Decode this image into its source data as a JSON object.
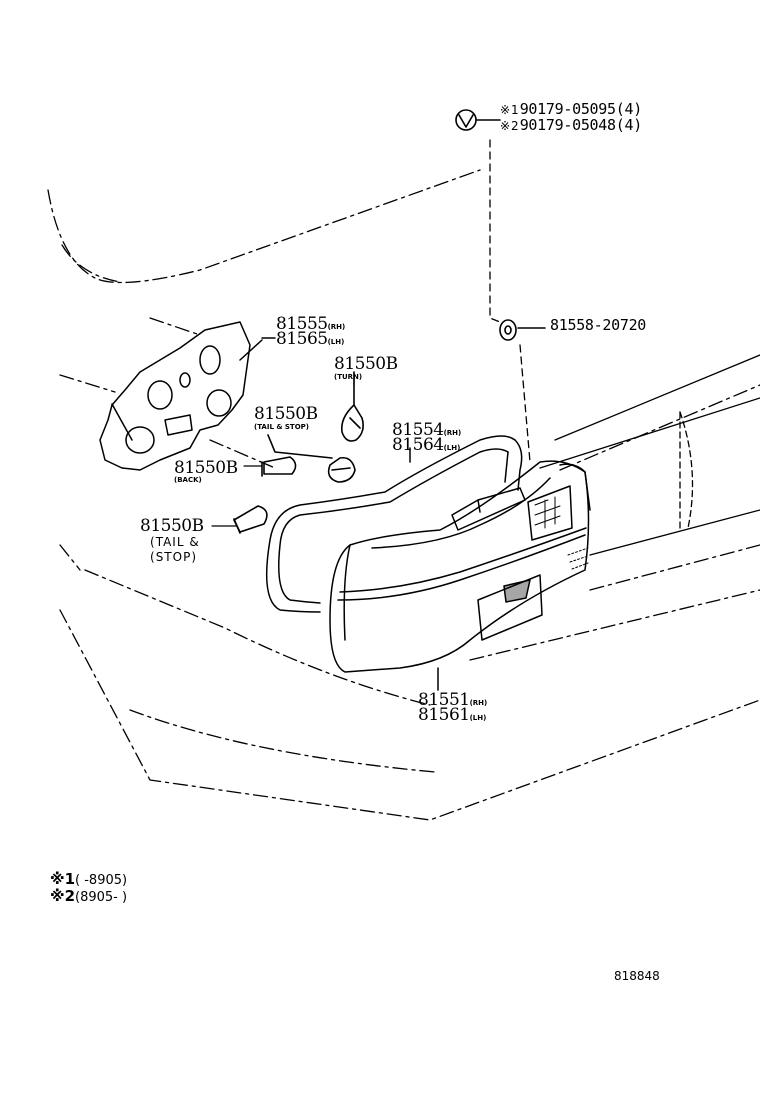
{
  "diagram": {
    "parts": [
      {
        "mark": "※1",
        "number": "90179-05095(4)"
      },
      {
        "mark": "※2",
        "number": "90179-05048(4)"
      },
      {
        "number": "81558-20720"
      },
      {
        "number": "81555",
        "side": "(RH)"
      },
      {
        "number": "81565",
        "side": "(LH)"
      },
      {
        "number": "81550B",
        "bulb": "(TURN)"
      },
      {
        "number": "81550B",
        "bulb": "(TAIL & STOP)"
      },
      {
        "number": "81550B",
        "bulb": "(BACK)"
      },
      {
        "number": "81550B",
        "bulb": "TAIL &",
        "bulb2": "STOP"
      },
      {
        "number": "81554",
        "side": "(RH)"
      },
      {
        "number": "81564",
        "side": "(LH)"
      },
      {
        "number": "81551",
        "side": "(RH)"
      },
      {
        "number": "81561",
        "side": "(LH)"
      }
    ],
    "notes": [
      {
        "mark": "※1",
        "range": "(      -8905)"
      },
      {
        "mark": "※2",
        "range": "(8905-       )"
      }
    ],
    "reference": "818848"
  }
}
